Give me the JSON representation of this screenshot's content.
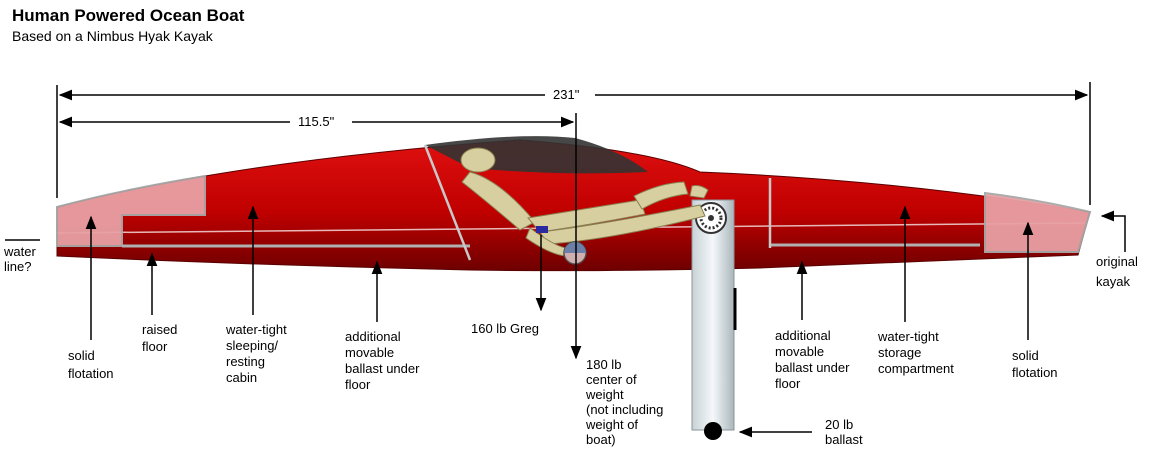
{
  "title": "Human Powered Ocean Boat",
  "subtitle": "Based on a Nimbus Hyak Kayak",
  "dimensions": {
    "overall": "231\"",
    "half": "115.5\""
  },
  "labels": {
    "water_line": [
      "water",
      "line?"
    ],
    "original_kayak": [
      "original",
      "kayak"
    ],
    "solid_flotation_left": [
      "solid",
      "flotation"
    ],
    "raised_floor": [
      "raised",
      "floor"
    ],
    "cabin": [
      "water-tight",
      "sleeping/",
      "resting",
      "cabin"
    ],
    "ballast_left": [
      "additional",
      "movable",
      "ballast under",
      "floor"
    ],
    "greg": [
      "160 lb Greg"
    ],
    "center_weight": [
      "180 lb",
      "center of",
      "weight",
      "(not including",
      "weight of",
      "boat)"
    ],
    "ballast_right": [
      "additional",
      "movable",
      "ballast under",
      "floor"
    ],
    "storage": [
      "water-tight",
      "storage",
      "compartment"
    ],
    "solid_flotation_right": [
      "solid",
      "flotation"
    ],
    "ballast_20": [
      "20 lb",
      "ballast"
    ]
  },
  "colors": {
    "hull": "#c40000",
    "hull_dark": "#7a0000",
    "flotation": "#e8a0a4",
    "canopy": "#3a3a3a",
    "figure": "#d8cfa0",
    "keel": "#dfe7ea"
  }
}
